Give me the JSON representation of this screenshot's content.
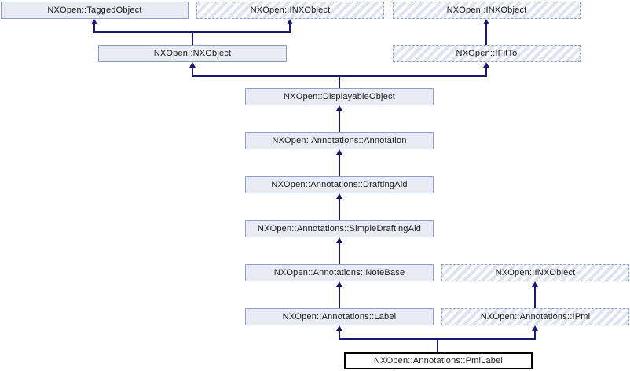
{
  "diagram": {
    "type": "class-inheritance-graph",
    "colors": {
      "bg": "#ffffff",
      "text": "#1a1a1a",
      "node_fill": "#e9ebf4",
      "node_border": "#8fa0c6",
      "hatch_stripe": "#dde3f2",
      "hatch_border": "#8ba0ca",
      "edge": "#191970",
      "focus_fill": "#ffffff",
      "focus_border": "#000000"
    },
    "nodes": [
      {
        "id": "taggedobject",
        "label": "NXOpen::TaggedObject",
        "style": "solid"
      },
      {
        "id": "inxobject-top-1",
        "label": "NXOpen::INXObject",
        "style": "hatched"
      },
      {
        "id": "inxobject-top-2",
        "label": "NXOpen::INXObject",
        "style": "hatched"
      },
      {
        "id": "nxobject",
        "label": "NXOpen::NXObject",
        "style": "solid"
      },
      {
        "id": "ifitto",
        "label": "NXOpen::IFitTo",
        "style": "hatched"
      },
      {
        "id": "displayableobject",
        "label": "NXOpen::DisplayableObject",
        "style": "solid"
      },
      {
        "id": "annotation",
        "label": "NXOpen::Annotations::Annotation",
        "style": "solid"
      },
      {
        "id": "draftingaid",
        "label": "NXOpen::Annotations::DraftingAid",
        "style": "solid"
      },
      {
        "id": "simpledraftingaid",
        "label": "NXOpen::Annotations::SimpleDraftingAid",
        "style": "solid"
      },
      {
        "id": "notebase",
        "label": "NXOpen::Annotations::NoteBase",
        "style": "solid"
      },
      {
        "id": "inxobject-mid",
        "label": "NXOpen::INXObject",
        "style": "hatched"
      },
      {
        "id": "label",
        "label": "NXOpen::Annotations::Label",
        "style": "solid"
      },
      {
        "id": "ipmi",
        "label": "NXOpen::Annotations::IPmi",
        "style": "hatched"
      },
      {
        "id": "pmilabel",
        "label": "NXOpen::Annotations::PmiLabel",
        "style": "focus"
      }
    ],
    "edges": [
      {
        "child": "NXOpen::NXObject",
        "parents": [
          "NXOpen::TaggedObject",
          "NXOpen::INXObject"
        ]
      },
      {
        "child": "NXOpen::IFitTo",
        "parents": [
          "NXOpen::INXObject"
        ]
      },
      {
        "child": "NXOpen::DisplayableObject",
        "parents": [
          "NXOpen::NXObject",
          "NXOpen::IFitTo"
        ]
      },
      {
        "child": "NXOpen::Annotations::Annotation",
        "parents": [
          "NXOpen::DisplayableObject"
        ]
      },
      {
        "child": "NXOpen::Annotations::DraftingAid",
        "parents": [
          "NXOpen::Annotations::Annotation"
        ]
      },
      {
        "child": "NXOpen::Annotations::SimpleDraftingAid",
        "parents": [
          "NXOpen::Annotations::DraftingAid"
        ]
      },
      {
        "child": "NXOpen::Annotations::NoteBase",
        "parents": [
          "NXOpen::Annotations::SimpleDraftingAid"
        ]
      },
      {
        "child": "NXOpen::Annotations::Label",
        "parents": [
          "NXOpen::Annotations::NoteBase"
        ]
      },
      {
        "child": "NXOpen::Annotations::IPmi",
        "parents": [
          "NXOpen::INXObject"
        ]
      },
      {
        "child": "NXOpen::Annotations::PmiLabel",
        "parents": [
          "NXOpen::Annotations::Label",
          "NXOpen::Annotations::IPmi"
        ]
      }
    ]
  }
}
